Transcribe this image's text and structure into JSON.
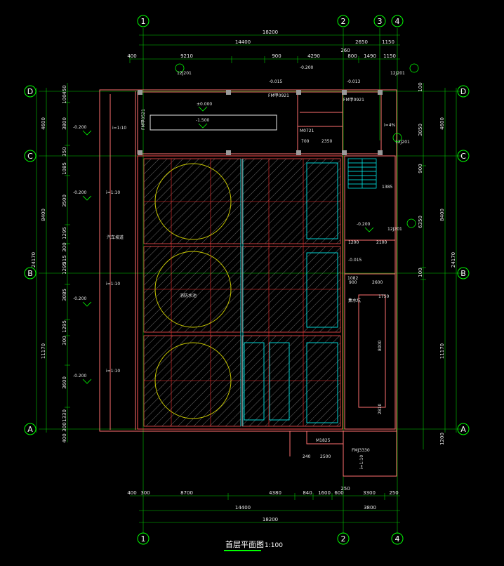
{
  "drawing": {
    "title": "首层平面图",
    "scale": "1:100",
    "colors": {
      "background": "#000000",
      "axis": "#00ff00",
      "dimension": "#00ff00",
      "wall": "#ff6b6b",
      "grid": "#ff3030",
      "hatch": "#7f7f7f",
      "tank": "#c8c800",
      "text": "#e8e8e8",
      "accent": "#00ffff"
    },
    "axes": {
      "columns": [
        "1",
        "2",
        "3",
        "4"
      ],
      "rows": [
        "D",
        "C",
        "B",
        "A"
      ]
    },
    "top_dims": {
      "overall": "18200",
      "line2": [
        "14400",
        "2650",
        "1150"
      ],
      "line3": [
        "400",
        "9210",
        "900",
        "4290",
        "800",
        "1490",
        "1150"
      ],
      "extra": "260"
    },
    "bottom_dims": {
      "overall": "18200",
      "line2": [
        "14400",
        "3800"
      ],
      "line3": [
        "400",
        "300",
        "8700",
        "4380",
        "840",
        "1600",
        "600",
        "3300",
        "250"
      ],
      "extra": "250"
    },
    "left_dims": {
      "overall": "24170",
      "line2": [
        "4600",
        "8400",
        "11170"
      ],
      "line3": [
        "450",
        "100",
        "3800",
        "350",
        "1085",
        "3500",
        "1295",
        "300",
        "315",
        "1295",
        "3085",
        "1295",
        "300",
        "3600",
        "1330",
        "300",
        "400"
      ]
    },
    "right_dims": {
      "overall": "24170",
      "line2": [
        "4600",
        "8400",
        "11170",
        "1200"
      ],
      "line3": [
        "100",
        "3050",
        "900",
        "6350",
        "100"
      ]
    },
    "notes": {
      "elev_0": "±0.000",
      "elev_1500": "-1.500",
      "elev_200": "-0.200",
      "elev_015": "-0.015",
      "elev_013": "-0.013",
      "slope1": "i=1:10",
      "slope2": "i=1:10",
      "slope3": "i=1:10",
      "slope4": "i=1:10",
      "slope5": "i=1:10",
      "fm1": "FM甲0921",
      "fm2": "FM甲0921",
      "fm3": "FM甲0521",
      "fm4": "FMJ3330",
      "m0721": "M0721",
      "m1825": "M1825",
      "ref": "12J201",
      "slope45": "i=4%",
      "d2350": "2350",
      "d700": "700",
      "d1385": "1385",
      "d2600": "2600",
      "d1750": "1750",
      "d900": "900",
      "d1200": "1200",
      "d2100": "2100",
      "d8000": "8000",
      "d2810": "2810",
      "d2500": "2500",
      "d240": "240",
      "d1082": "1082",
      "side_note": "汽车坡道",
      "equip": "集水坑",
      "tank_label": "消防水池"
    }
  }
}
